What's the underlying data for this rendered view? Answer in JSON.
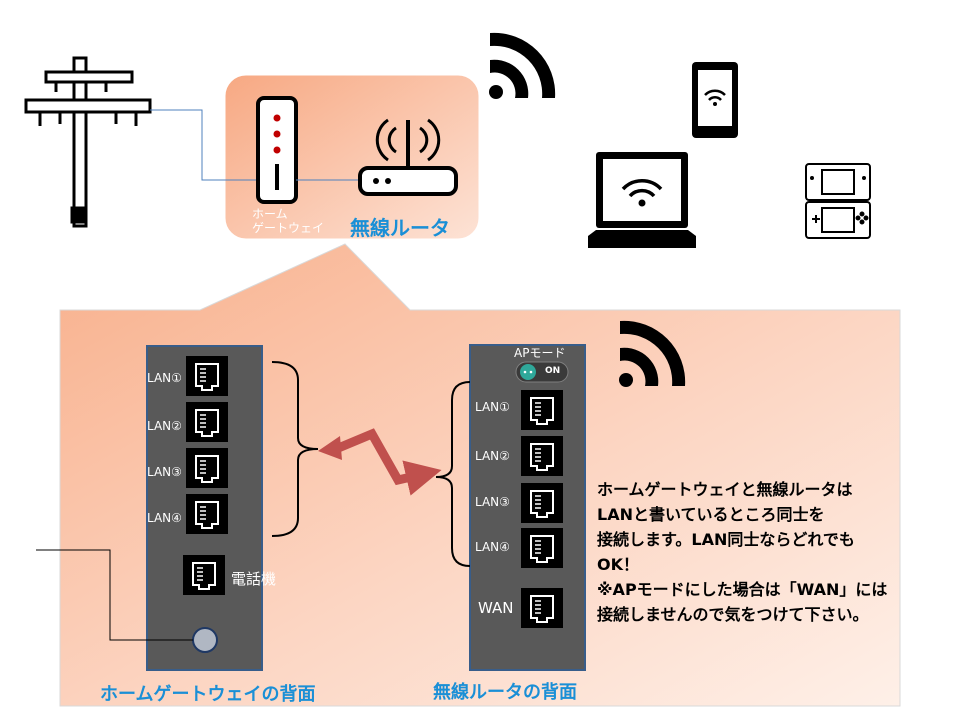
{
  "top": {
    "gateway_label_line1": "ホーム",
    "gateway_label_line2": "ゲートウェイ",
    "router_label": "無線ルータ"
  },
  "gateway_back": {
    "ports": [
      "LAN①",
      "LAN②",
      "LAN③",
      "LAN④"
    ],
    "phone_label": "電話機",
    "caption": "ホームゲートウェイの背面"
  },
  "router_back": {
    "ap_mode_label": "APモード",
    "toggle_label": "ON",
    "ports": [
      "LAN①",
      "LAN②",
      "LAN③",
      "LAN④"
    ],
    "wan_label": "WAN",
    "caption": "無線ルータの背面"
  },
  "note": {
    "lines": [
      "ホームゲートウェイと無線ルータは",
      "LANと書いているところ同士を",
      "接続します。LAN同士ならどれでも",
      "OK！",
      "※APモードにした場合は「WAN」には",
      "接続しませんので気をつけて下さい。"
    ]
  },
  "colors": {
    "accent_blue": "#1a8fd6",
    "arrow_red": "#c0504d",
    "device_gray": "#595959",
    "device_border": "#385d8a",
    "toggle_teal": "#2fa89a"
  }
}
